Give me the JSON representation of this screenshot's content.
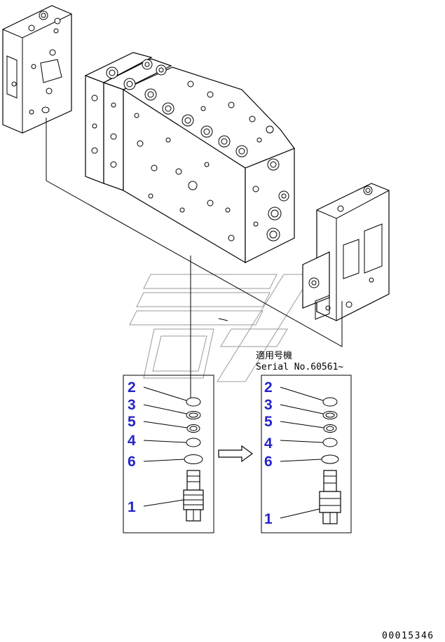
{
  "serial_caption": {
    "jp": "適用号機",
    "en": "Serial No.60561~"
  },
  "old_set": {
    "callouts": [
      "2",
      "3",
      "5",
      "4",
      "6",
      "1"
    ]
  },
  "new_set": {
    "callouts": [
      "2",
      "3",
      "5",
      "4",
      "6",
      "1"
    ]
  },
  "drawing_number": "00015346"
}
